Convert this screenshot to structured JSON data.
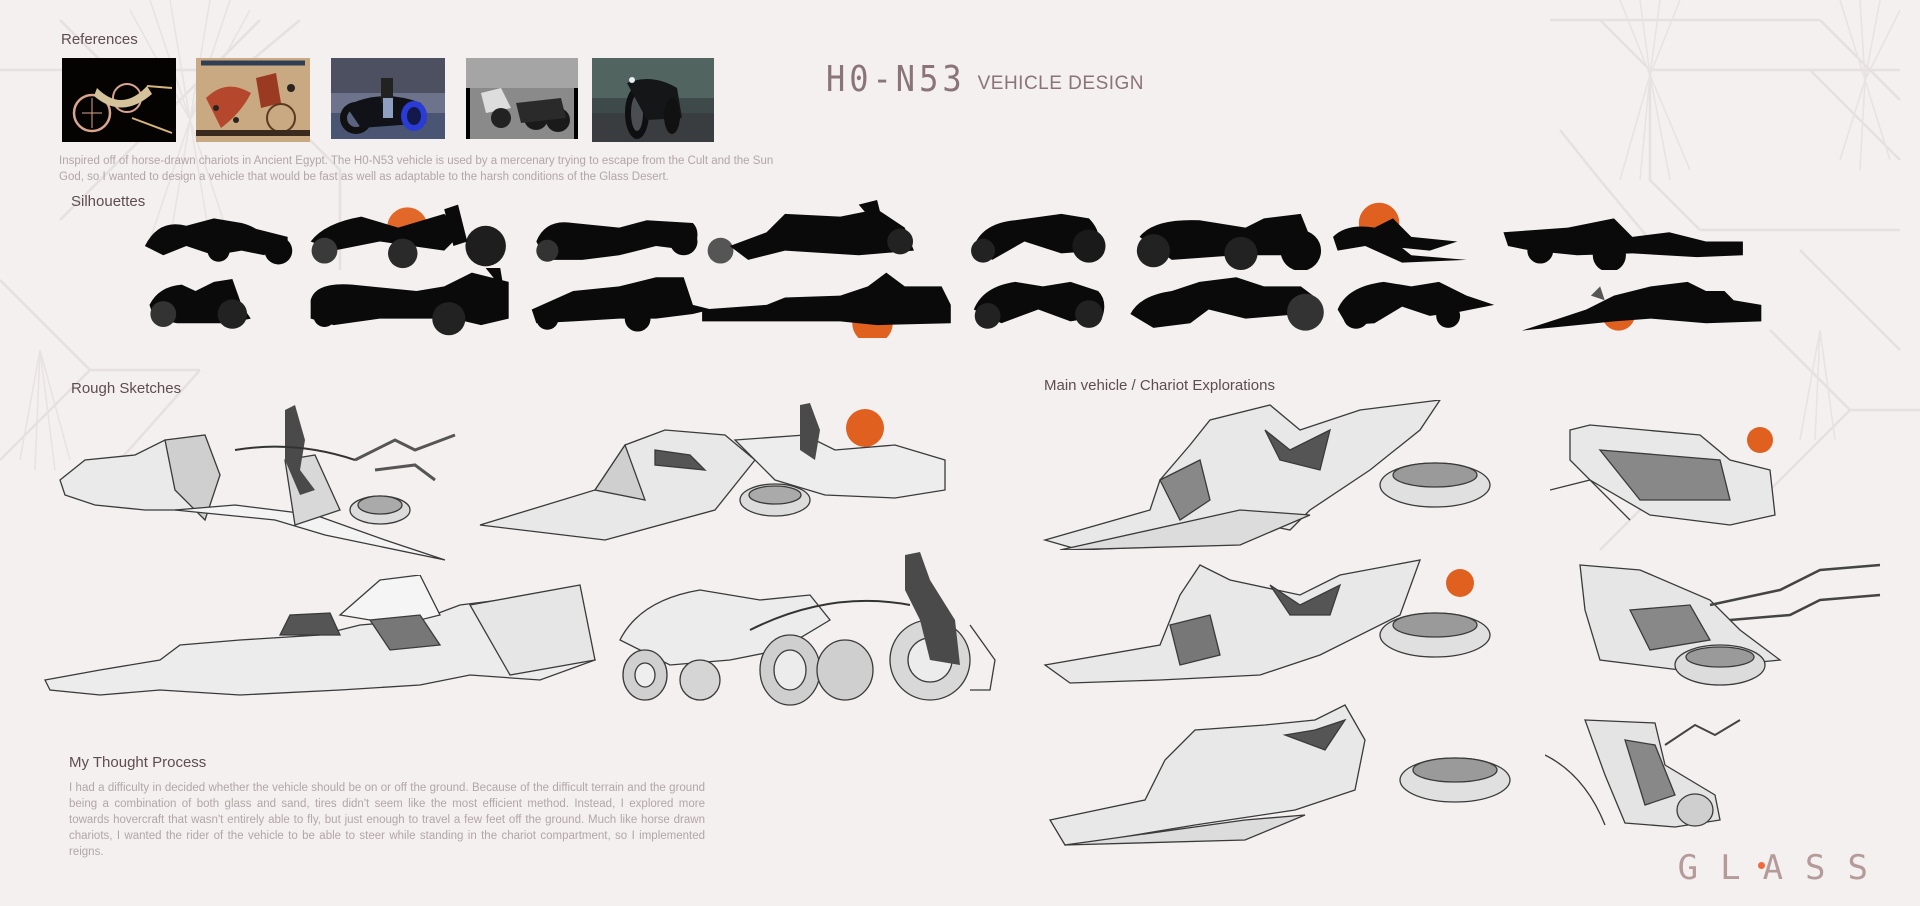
{
  "header": {
    "title_code": "H0-N53",
    "title_sub": "VEHICLE DESIGN"
  },
  "references": {
    "heading": "References",
    "images": [
      {
        "label": "Golden Egyptian chariot model"
      },
      {
        "label": "Ancient Egyptian chariot painting"
      },
      {
        "label": "Black hubless motorcycle with blue wheel"
      },
      {
        "label": "Vintage motorcycle chariot race"
      },
      {
        "label": "Dark custom motorcycle"
      }
    ],
    "description": "Inspired off of horse-drawn chariots in Ancient Egypt. The H0-N53 vehicle is used by a mercenary trying to escape from the Cult and the Sun God, so I wanted to design a vehicle that would be fast as well as adaptable to the harsh conditions of the Glass Desert."
  },
  "silhouettes": {
    "heading": "Silhouettes",
    "count": 16
  },
  "rough_sketches": {
    "heading": "Rough Sketches",
    "count": 4
  },
  "main_vehicle": {
    "heading": "Main vehicle / Chariot Explorations",
    "count": 6
  },
  "thought_process": {
    "heading": "My Thought Process",
    "body": "I had a difficulty in decided whether the vehicle should be on or off the ground. Because of the difficult terrain and the ground being a combination of both glass and sand, tires didn't seem like the most efficient method. Instead, I explored more towards hovercraft that wasn't entirely able to fly, but just enough to travel a few feet off the ground. Much like horse drawn chariots, I wanted the rider of the vehicle to be able to steer while standing in the chariot compartment, so I implemented reigns."
  },
  "logo": {
    "text": "GLASS"
  },
  "colors": {
    "background": "#f3f0ef",
    "accent": "#e0601f",
    "heading": "#5e4d50",
    "body_text": "#b3a6a7",
    "silhouette": "#0a0a0a"
  }
}
